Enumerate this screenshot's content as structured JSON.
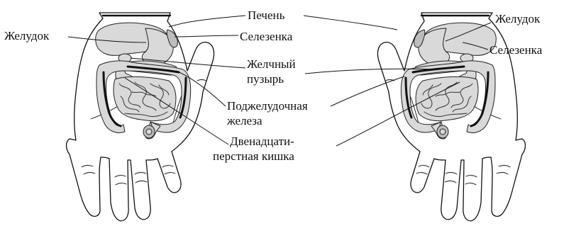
{
  "labels": {
    "liver": "Печень",
    "stomach_left": "Желудок",
    "spleen_center": "Селезенка",
    "gallbladder_line1": "Желчный",
    "gallbladder_line2": "пузырь",
    "pancreas_line1": "Поджелудочная",
    "pancreas_line2": "железа",
    "duodenum_line1": "Двенадцати-",
    "duodenum_line2": "перстная кишка",
    "stomach_right": "Желудок",
    "spleen_right": "Селезенка"
  },
  "colors": {
    "organ_fill": "#d9d9d9",
    "outline": "#111111",
    "background": "#ffffff"
  }
}
